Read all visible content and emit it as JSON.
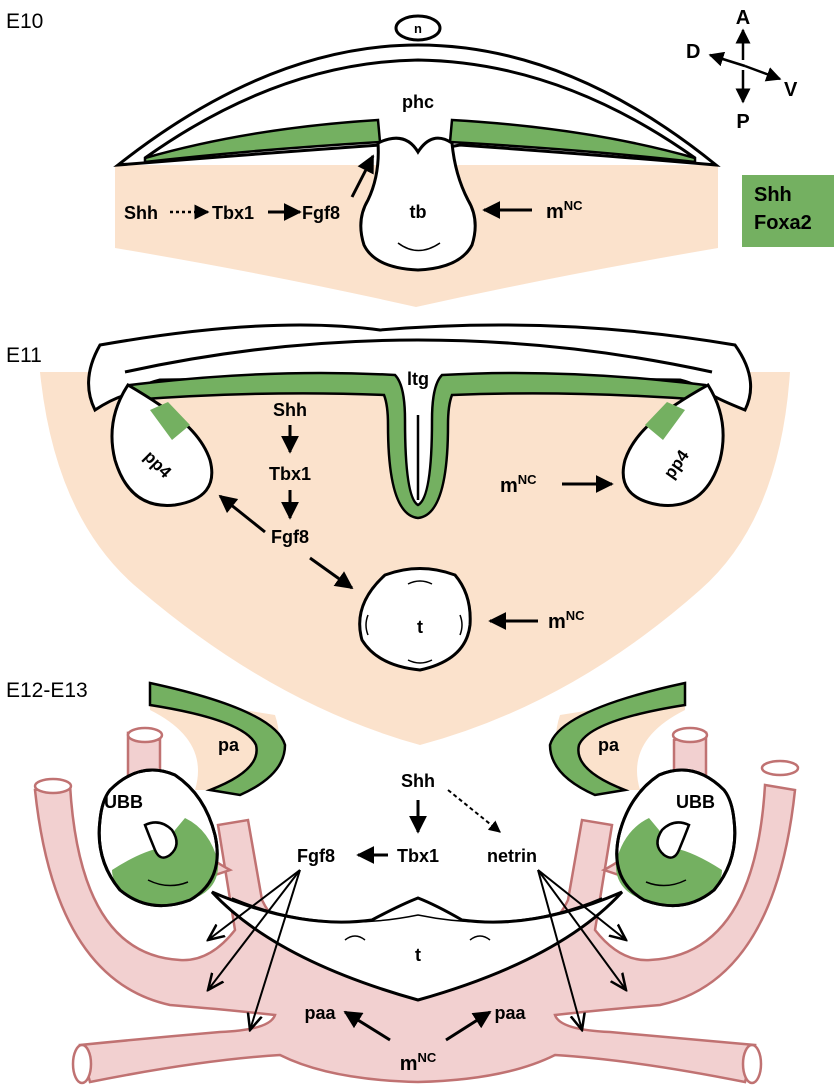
{
  "stages": {
    "e10": "E10",
    "e11": "E11",
    "e12": "E12-E13"
  },
  "axes": {
    "a": "A",
    "p": "P",
    "d": "D",
    "v": "V"
  },
  "legend": {
    "line1": "Shh",
    "line2": "Foxa2",
    "color": "#74b061"
  },
  "colors": {
    "mesenchyme": "#fbe2cc",
    "endoderm": "#74b061",
    "artery_fill": "#f2d0d0",
    "artery_stroke": "#c07272"
  },
  "e10": {
    "n": "n",
    "phc": "phc",
    "tb": "tb",
    "shh": "Shh",
    "tbx1": "Tbx1",
    "fgf8": "Fgf8",
    "m": "m",
    "m_sup": "NC"
  },
  "e11": {
    "ltg": "ltg",
    "pp4_left": "pp4",
    "pp4_right": "pp4",
    "shh": "Shh",
    "tbx1": "Tbx1",
    "fgf8": "Fgf8",
    "t": "t",
    "m1": "m",
    "m1_sup": "NC",
    "m2": "m",
    "m2_sup": "NC"
  },
  "e12": {
    "pa_left": "pa",
    "pa_right": "pa",
    "ubb_left": "UBB",
    "ubb_right": "UBB",
    "shh": "Shh",
    "tbx1": "Tbx1",
    "fgf8": "Fgf8",
    "netrin": "netrin",
    "t": "t",
    "paa_left": "paa",
    "paa_right": "paa",
    "m": "m",
    "m_sup": "NC"
  }
}
